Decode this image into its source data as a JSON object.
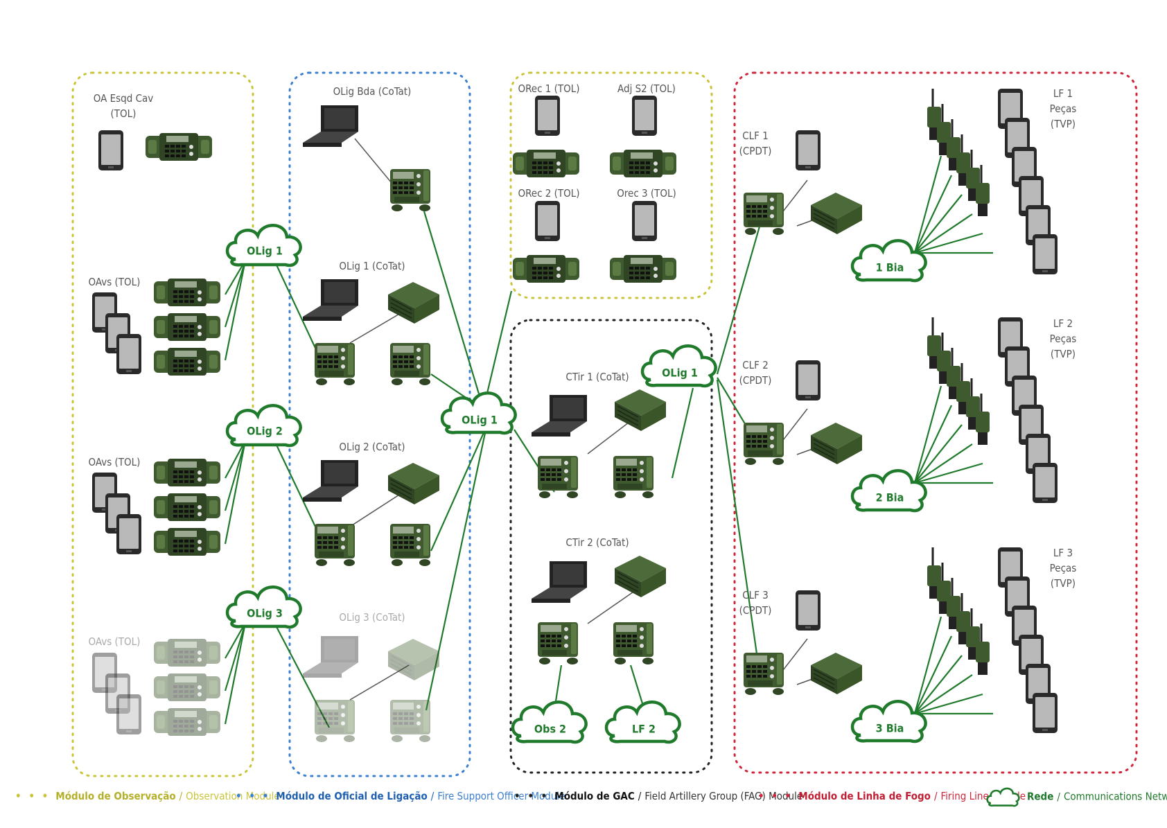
{
  "modules": {
    "observation": {
      "color": "#c9c43a"
    },
    "fire_support": {
      "color": "#3b7fd0"
    },
    "gac": {
      "color": "#222222"
    },
    "firing_line": {
      "color": "#d0253a"
    }
  },
  "colors": {
    "network": "#1f7a2b",
    "equipment": "#3f5a2f",
    "faded": "#b8b8b8"
  },
  "labels": {
    "oa_esqd_cav": "OA Esqd Cav",
    "oa_esqd_cav_sub": "(TOL)",
    "oavs_1": "OAvs (TOL)",
    "oavs_2": "OAvs (TOL)",
    "oavs_3": "OAvs (TOL)",
    "olig_bda": "OLig Bda (CoTat)",
    "olig_1_cotat": "OLig 1 (CoTat)",
    "olig_2_cotat": "OLig 2 (CoTat)",
    "olig_3_cotat": "OLig 3 (CoTat)",
    "orec_1": "ORec 1 (TOL)",
    "adj_s2": "Adj S2 (TOL)",
    "orec_2": "ORec 2 (TOL)",
    "orec_3": "Orec 3 (TOL)",
    "ctir_1": "CTir 1 (CoTat)",
    "ctir_2": "CTir 2 (CoTat)",
    "clf_1": "CLF 1",
    "clf_1_sub": "(CPDT)",
    "clf_2": "CLF 2",
    "clf_2_sub": "(CPDT)",
    "clf_3": "CLF 3",
    "clf_3_sub": "(CPDT)",
    "lf_1": "LF 1",
    "lf_2": "LF 2",
    "lf_3": "LF 3",
    "pecas": "Peças",
    "tvp": "(TVP)"
  },
  "clouds": {
    "olig_1_left": "OLig 1",
    "olig_2_left": "OLig 2",
    "olig_3_left": "OLig 3",
    "olig_1_center": "OLig 1",
    "olig_1_right": "OLig 1",
    "obs_2": "Obs 2",
    "lf_2": "LF 2",
    "bia_1": "1 Bia",
    "bia_2": "2 Bia",
    "bia_3": "3 Bia"
  },
  "legend": {
    "observation_pt": "Módulo de Observação",
    "observation_en": "Observation Module",
    "fire_support_pt": "Módulo de Oficial de Ligação",
    "fire_support_en": "Fire Support Officer Module",
    "gac_pt": "Módulo de GAC",
    "gac_en": "Field Artillery Group (FAG) Module",
    "firing_line_pt": "Módulo de Linha de Fogo",
    "firing_line_en": "Firing Line Module",
    "network_pt": "Rede",
    "network_en": "Communications Network",
    "dots": "• • •",
    "slash": "/"
  }
}
